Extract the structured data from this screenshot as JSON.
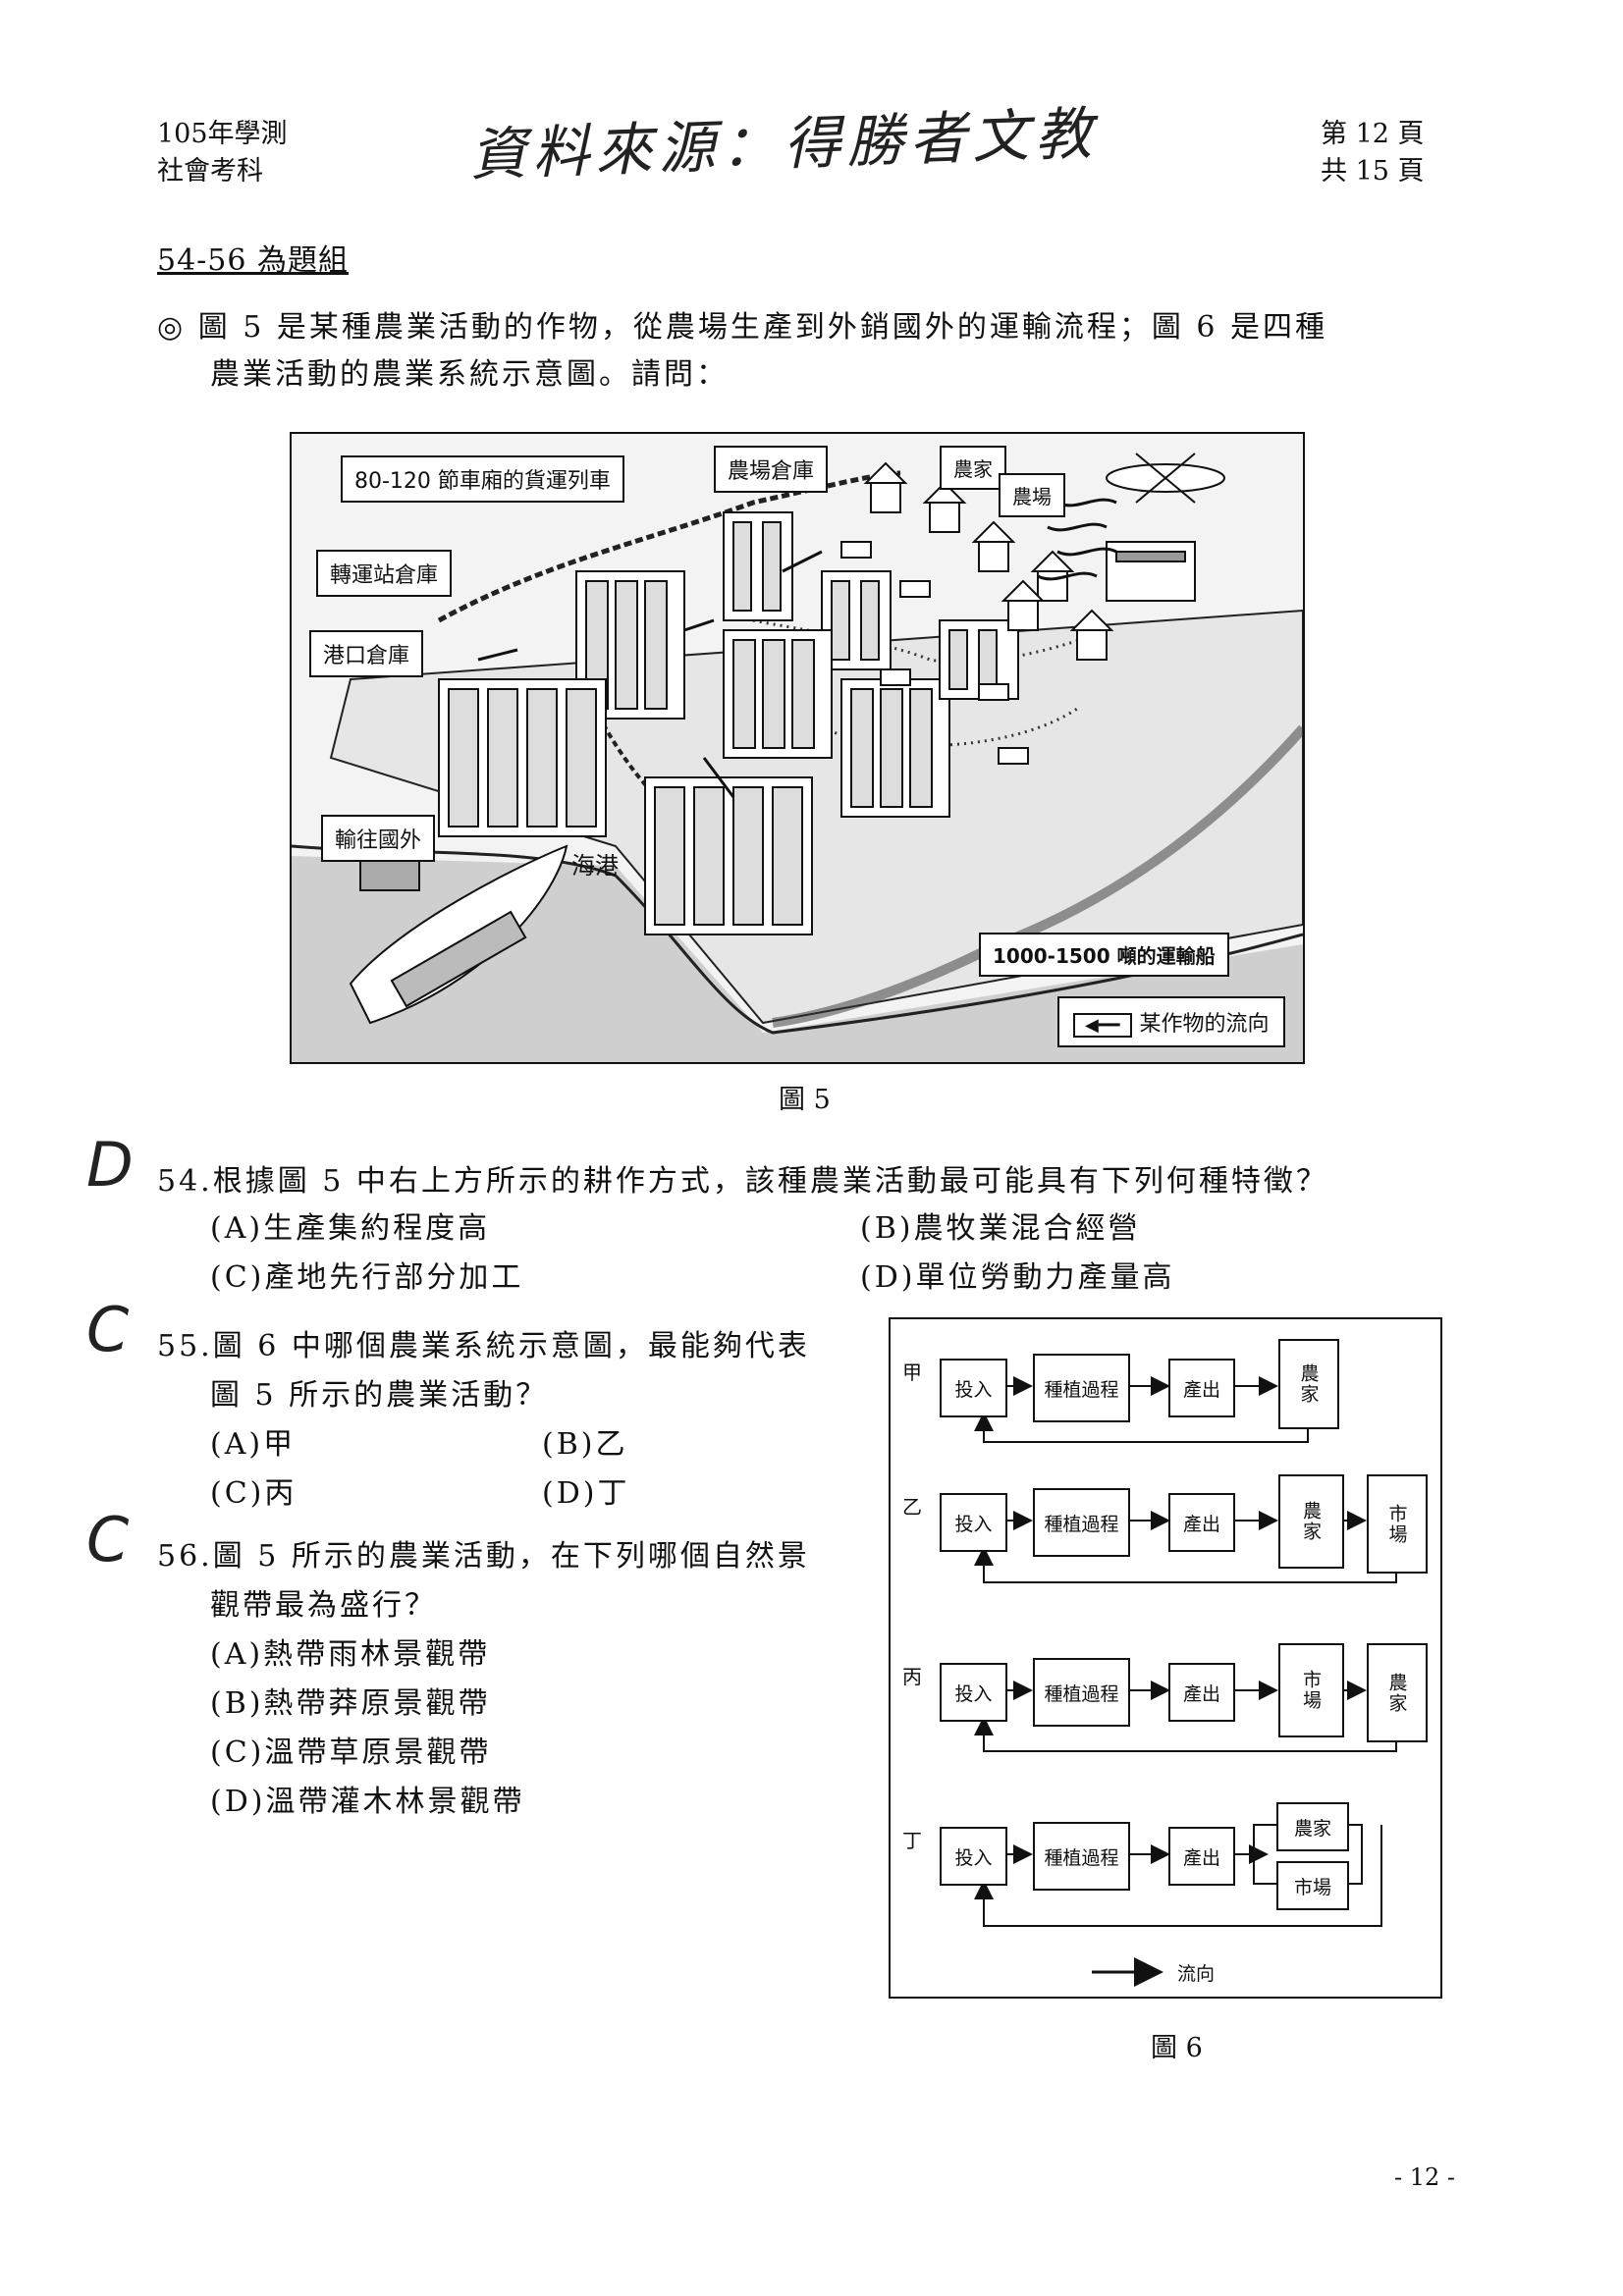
{
  "header": {
    "exam_line1": "105年學測",
    "exam_line2": "社會考科",
    "handwritten_note": "資料來源：得勝者文教",
    "page_line1": "第 12 頁",
    "page_line2": "共 15 頁"
  },
  "group_title": "54-56 為題組",
  "intro": {
    "line1": "◎ 圖 5 是某種農業活動的作物，從農場生產到外銷國外的運輸流程；圖 6 是四種",
    "line2": "農業活動的農業系統示意圖。請問："
  },
  "figure5": {
    "labels": {
      "train": "80-120 節車廂的貨運列車",
      "farm_warehouse": "農場倉庫",
      "farmer": "農家",
      "farm": "農場",
      "transfer_warehouse": "轉運站倉庫",
      "port_warehouse": "港口倉庫",
      "export": "輸往國外",
      "harbor": "海港",
      "ship": "1000-1500 噸的運輸船",
      "legend": "某作物的流向"
    },
    "caption": "圖 5"
  },
  "questions": [
    {
      "mark": "D",
      "line1": "54.根據圖 5 中右上方所示的耕作方式，該種農業活動最可能具有下列何種特徵？",
      "options": [
        "(A)生產集約程度高",
        "(B)農牧業混合經營",
        "(C)產地先行部分加工",
        "(D)單位勞動力產量高"
      ]
    },
    {
      "mark": "C",
      "line1": "55.圖 6 中哪個農業系統示意圖，最能夠代表",
      "line2": "圖 5 所示的農業活動？",
      "options": [
        "(A)甲",
        "(B)乙",
        "(C)丙",
        "(D)丁"
      ]
    },
    {
      "mark": "C",
      "line1": "56.圖 5 所示的農業活動，在下列哪個自然景",
      "line2": "觀帶最為盛行？",
      "options": [
        "(A)熱帶雨林景觀帶",
        "(B)熱帶莽原景觀帶",
        "(C)溫帶草原景觀帶",
        "(D)溫帶灌木林景觀帶"
      ]
    }
  ],
  "figure6": {
    "rows": [
      {
        "tag": "甲",
        "boxes": [
          "投入",
          "種植過程",
          "產出",
          "農家"
        ]
      },
      {
        "tag": "乙",
        "boxes": [
          "投入",
          "種植過程",
          "產出",
          "農家",
          "市場"
        ]
      },
      {
        "tag": "丙",
        "boxes": [
          "投入",
          "種植過程",
          "產出",
          "市場",
          "農家"
        ]
      },
      {
        "tag": "丁",
        "boxes": [
          "投入",
          "種植過程",
          "產出",
          "農家",
          "市場"
        ]
      }
    ],
    "legend": "流向",
    "caption": "圖 6"
  },
  "footer": {
    "page_number": "- 12 -"
  }
}
